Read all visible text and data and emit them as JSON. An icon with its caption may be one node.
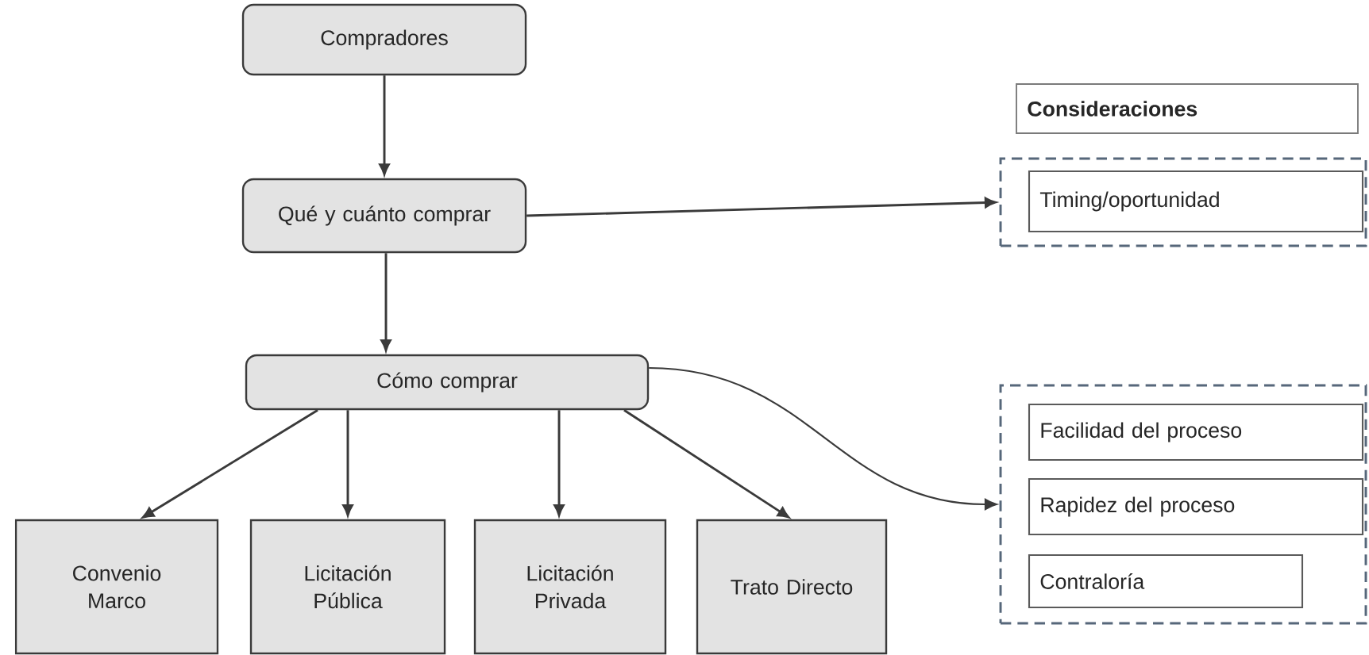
{
  "diagram": {
    "nodes": [
      {
        "text": [
          "Compradores"
        ]
      },
      {
        "text": [
          "Qué y cuánto comprar"
        ]
      },
      {
        "text": [
          "Cómo comprar"
        ]
      },
      {
        "text": [
          "Convenio Marco"
        ]
      },
      {
        "text": [
          "Licitación Pública"
        ]
      },
      {
        "text": [
          "Licitación Privada"
        ]
      },
      {
        "text": [
          "Trato Directo"
        ]
      },
      {
        "text": [
          "Consideraciones"
        ]
      },
      {
        "text": [],
        "shape": "box"
      },
      {
        "text": [
          "Timing/oportunidad"
        ],
        "in": 8
      },
      {
        "text": [],
        "shape": "box"
      },
      {
        "text": [
          "Facilidad del proceso"
        ],
        "in": 10
      },
      {
        "text": [
          "Rapidez del proceso"
        ],
        "in": 10
      },
      {
        "text": [
          "Contraloría"
        ],
        "in": 10
      }
    ],
    "edges": [
      {
        "from": 0,
        "to": 1,
        "arrow": "to"
      },
      {
        "from": 1,
        "to": 2,
        "arrow": "to"
      },
      {
        "from": 1,
        "to": 8,
        "arrow": "to"
      },
      {
        "from": 2,
        "to": 3,
        "arrow": "to"
      },
      {
        "from": 2,
        "to": 4,
        "arrow": "to"
      },
      {
        "from": 2,
        "to": 5,
        "arrow": "to"
      },
      {
        "from": 2,
        "to": 6,
        "arrow": "to"
      },
      {
        "from": 2,
        "to": 10,
        "arrow": "to"
      }
    ]
  }
}
